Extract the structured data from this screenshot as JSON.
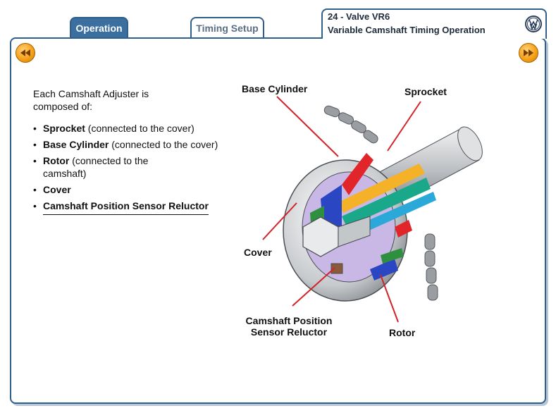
{
  "tabs": [
    {
      "label": "Operation",
      "active": true
    },
    {
      "label": "Timing Setup",
      "active": false
    }
  ],
  "header": {
    "line1": "24 - Valve VR6",
    "line2": "Variable Camshaft Timing Operation",
    "logo_icon": "vw-logo-icon"
  },
  "nav": {
    "prev_icon": "rewind-icon",
    "next_icon": "fast-forward-icon",
    "accent": "#f6a21a"
  },
  "content": {
    "intro": "Each Camshaft Adjuster is composed of:",
    "items": [
      {
        "bold": "Sprocket",
        "rest": " (connected to the cover)"
      },
      {
        "bold": "Base Cylinder",
        "rest": " (connected to the cover)"
      },
      {
        "bold": "Rotor",
        "rest": " (connected to the camshaft)"
      },
      {
        "bold": "Cover",
        "rest": ""
      },
      {
        "bold": "Camshaft Position Sensor Reluctor",
        "rest": ""
      }
    ]
  },
  "diagram": {
    "labels": {
      "base_cylinder": "Base Cylinder",
      "sprocket": "Sprocket",
      "cover": "Cover",
      "reluctor_line1": "Camshaft Position",
      "reluctor_line2": "Sensor Reluctor",
      "rotor": "Rotor"
    },
    "leader_color": "#d2232a"
  },
  "colors": {
    "frame": "#2f5f8a",
    "active_tab": "#3a6f9f"
  }
}
